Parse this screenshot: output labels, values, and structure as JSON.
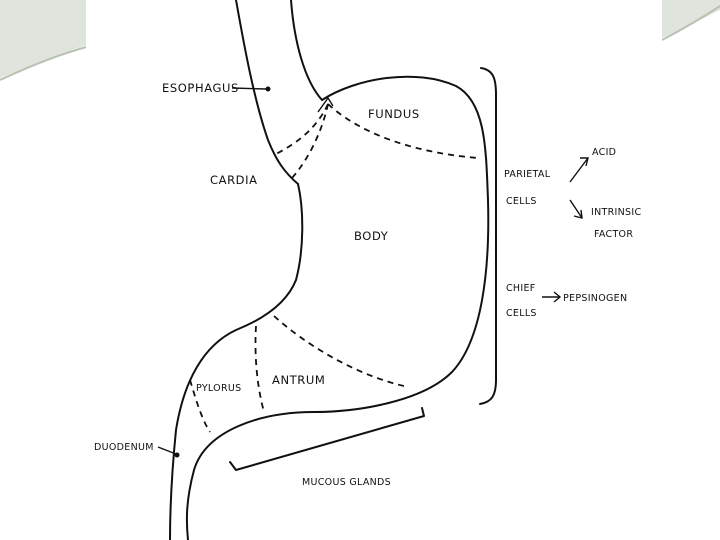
{
  "labels": {
    "esophagus": "ESOPHAGUS",
    "fundus": "FUNDUS",
    "cardia": "CARDIA",
    "body": "BODY",
    "parietal_cells_line1": "PARIETAL",
    "parietal_cells_line2": "CELLS",
    "acid": "ACID",
    "intrinsic_factor_line1": "INTRINSIC",
    "intrinsic_factor_line2": "FACTOR",
    "chief_cells_line1": "CHIEF",
    "chief_cells_line2": "CELLS",
    "pepsinogen": "PEPSINOGEN",
    "pylorus": "PYLORUS",
    "antrum": "ANTRUM",
    "duodenum": "DUODENUM",
    "mucous_glands": "MUCOUS GLANDS"
  },
  "colors": {
    "ink": "#111111",
    "slide_accent": "#c9d3c5",
    "background": "#ffffff"
  }
}
